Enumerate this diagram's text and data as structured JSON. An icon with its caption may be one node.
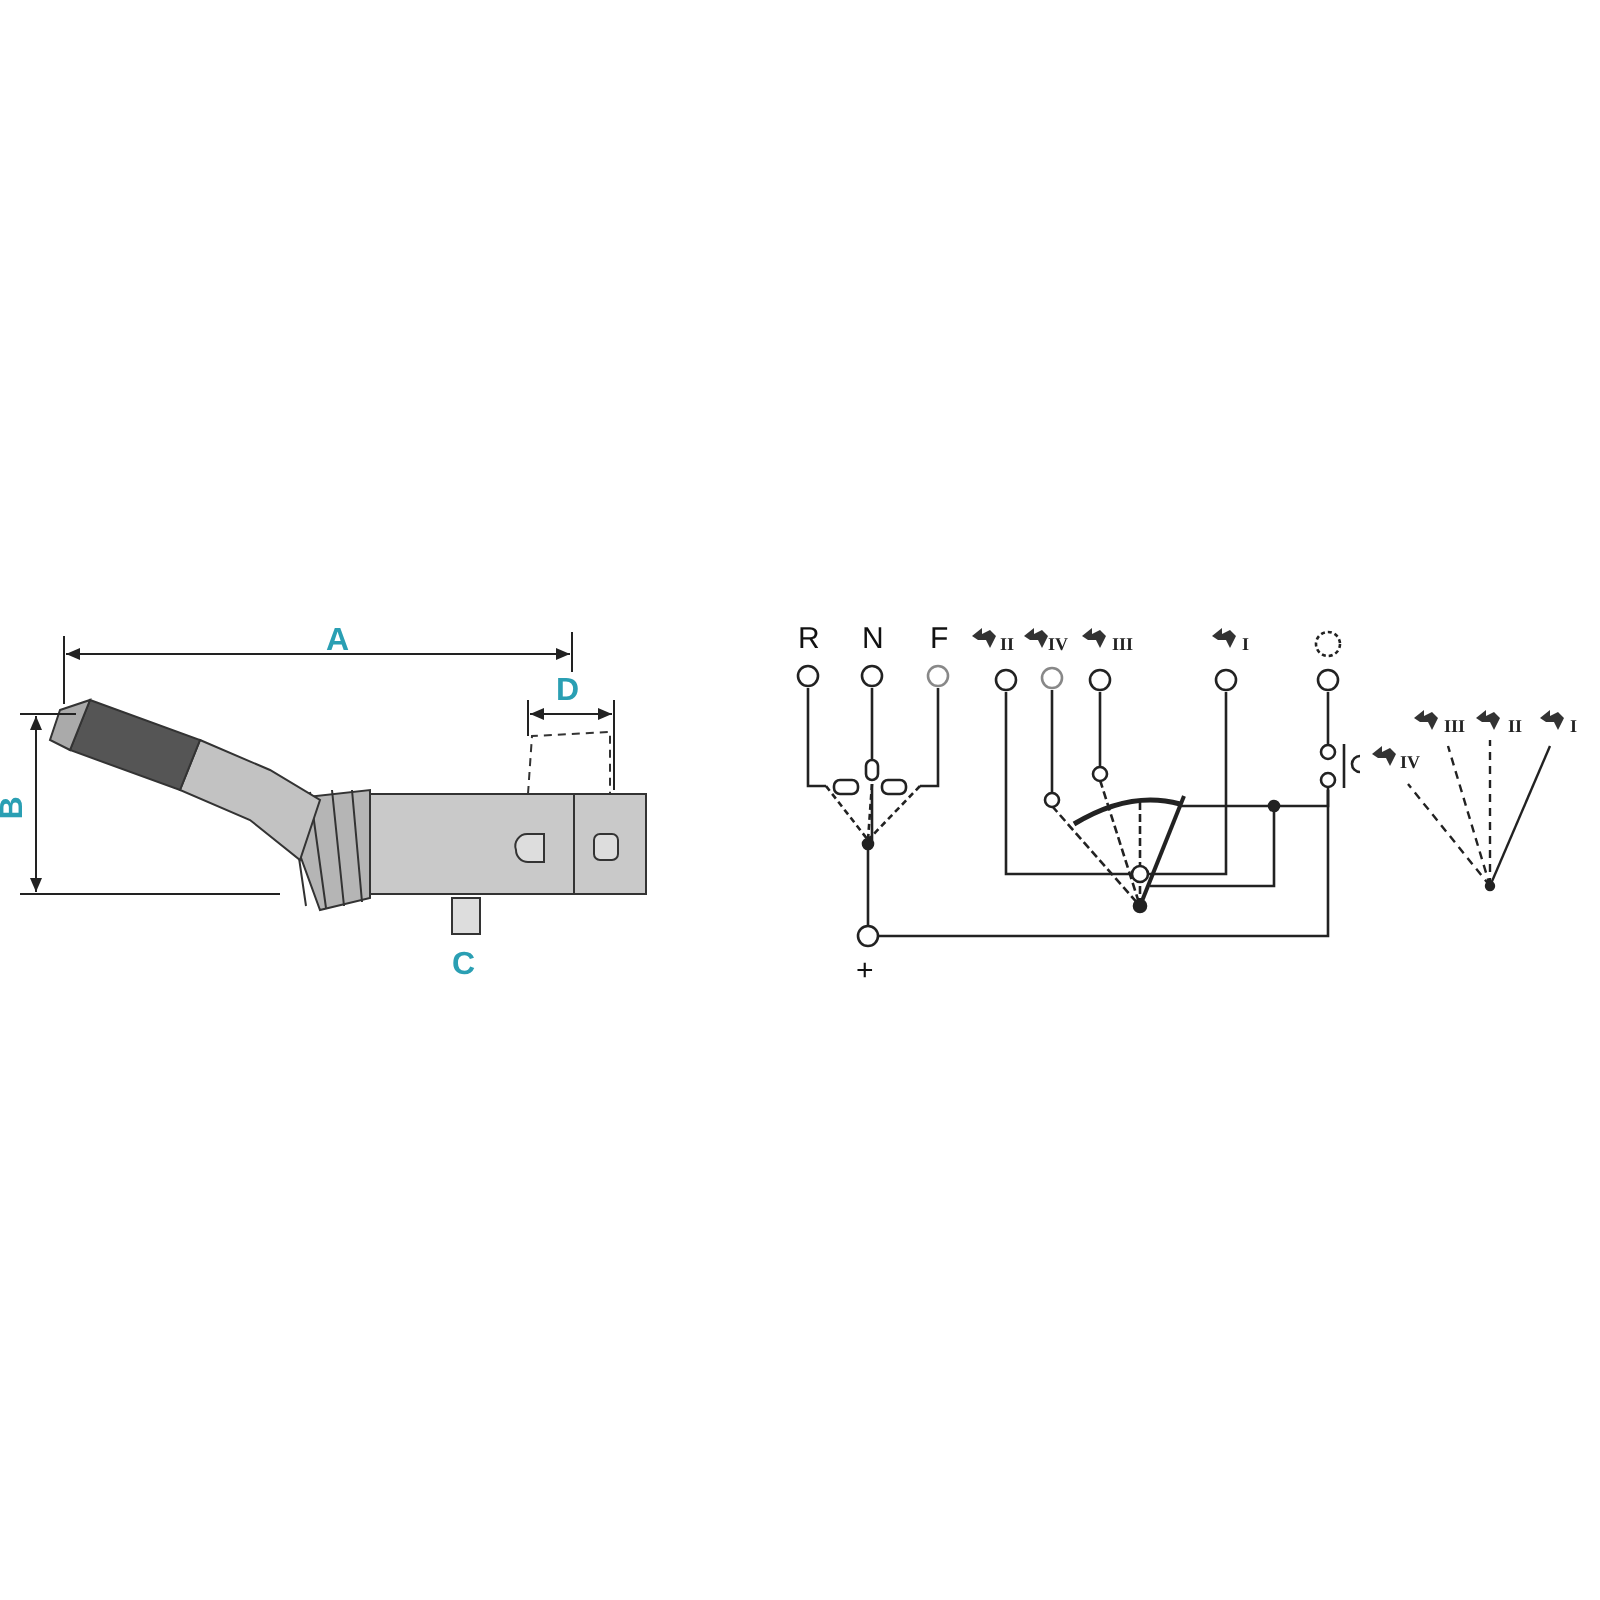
{
  "diagram": {
    "labels": [
      "A",
      "D",
      "B",
      "C",
      "R",
      "N",
      "F",
      "II",
      "IV",
      "III",
      "I",
      "III",
      "II",
      "I",
      "IV",
      "+"
    ]
  }
}
